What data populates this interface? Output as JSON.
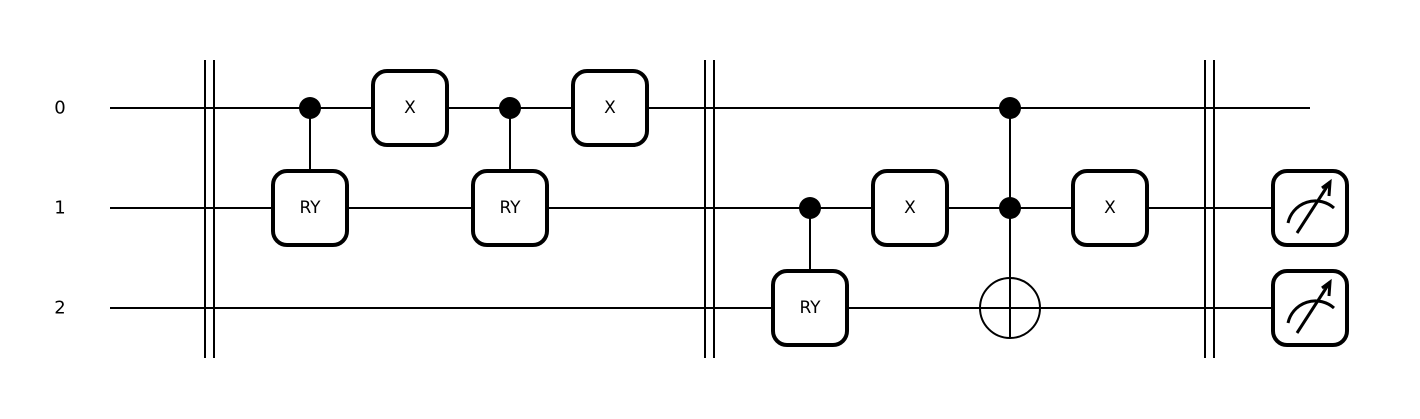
{
  "wires": [
    {
      "label": "0"
    },
    {
      "label": "1"
    },
    {
      "label": "2"
    }
  ],
  "gates": [
    {
      "name": "RY",
      "target": 1,
      "controls": [
        0
      ]
    },
    {
      "name": "X",
      "target": 0,
      "controls": []
    },
    {
      "name": "RY",
      "target": 1,
      "controls": [
        0
      ]
    },
    {
      "name": "X",
      "target": 0,
      "controls": []
    },
    {
      "name": "RY",
      "target": 2,
      "controls": [
        1
      ]
    },
    {
      "name": "X",
      "target": 1,
      "controls": []
    },
    {
      "name": "CNOT",
      "target": 2,
      "controls": [
        0,
        1
      ]
    },
    {
      "name": "X",
      "target": 1,
      "controls": []
    },
    {
      "name": "Measure",
      "target": 1,
      "controls": []
    },
    {
      "name": "Measure",
      "target": 2,
      "controls": []
    }
  ],
  "barriers": 3,
  "colors": {
    "line": "#000000",
    "background": "#ffffff"
  },
  "icons": {
    "measure": "meter-icon",
    "target": "cnot-target-icon",
    "control": "control-dot-icon"
  }
}
